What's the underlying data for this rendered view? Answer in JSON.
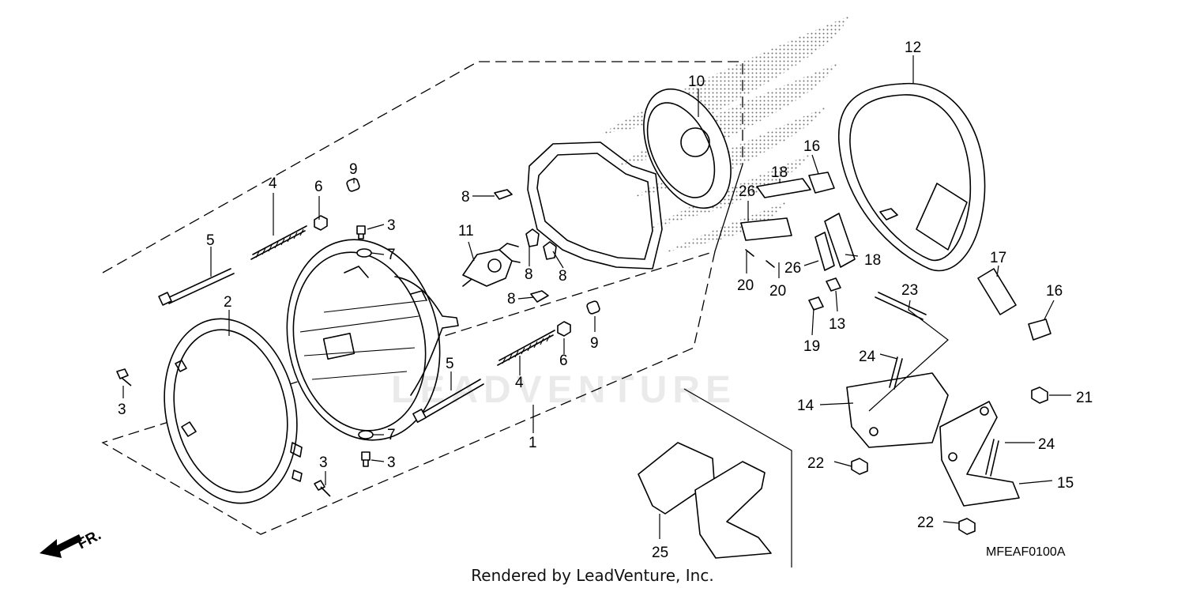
{
  "diagram": {
    "code": "MFEAF0100A",
    "footer": "Rendered by LeadVenture, Inc.",
    "watermark": "LEADVENTURE",
    "direction_label": "FR."
  },
  "callouts": [
    {
      "id": "c1",
      "text": "1"
    },
    {
      "id": "c2",
      "text": "2"
    },
    {
      "id": "c3a",
      "text": "3"
    },
    {
      "id": "c3b",
      "text": "3"
    },
    {
      "id": "c3c",
      "text": "3"
    },
    {
      "id": "c3d",
      "text": "3"
    },
    {
      "id": "c4a",
      "text": "4"
    },
    {
      "id": "c4b",
      "text": "4"
    },
    {
      "id": "c5a",
      "text": "5"
    },
    {
      "id": "c5b",
      "text": "5"
    },
    {
      "id": "c6a",
      "text": "6"
    },
    {
      "id": "c6b",
      "text": "6"
    },
    {
      "id": "c7a",
      "text": "7"
    },
    {
      "id": "c7b",
      "text": "7"
    },
    {
      "id": "c8a",
      "text": "8"
    },
    {
      "id": "c8b",
      "text": "8"
    },
    {
      "id": "c8c",
      "text": "8"
    },
    {
      "id": "c8d",
      "text": "8"
    },
    {
      "id": "c9a",
      "text": "9"
    },
    {
      "id": "c9b",
      "text": "9"
    },
    {
      "id": "c10",
      "text": "10"
    },
    {
      "id": "c11",
      "text": "11"
    },
    {
      "id": "c12",
      "text": "12"
    },
    {
      "id": "c13",
      "text": "13"
    },
    {
      "id": "c14",
      "text": "14"
    },
    {
      "id": "c15",
      "text": "15"
    },
    {
      "id": "c16a",
      "text": "16"
    },
    {
      "id": "c16b",
      "text": "16"
    },
    {
      "id": "c17",
      "text": "17"
    },
    {
      "id": "c18a",
      "text": "18"
    },
    {
      "id": "c18b",
      "text": "18"
    },
    {
      "id": "c19",
      "text": "19"
    },
    {
      "id": "c20a",
      "text": "20"
    },
    {
      "id": "c20b",
      "text": "20"
    },
    {
      "id": "c21",
      "text": "21"
    },
    {
      "id": "c22a",
      "text": "22"
    },
    {
      "id": "c22b",
      "text": "22"
    },
    {
      "id": "c23",
      "text": "23"
    },
    {
      "id": "c24a",
      "text": "24"
    },
    {
      "id": "c24b",
      "text": "24"
    },
    {
      "id": "c25",
      "text": "25"
    },
    {
      "id": "c26a",
      "text": "26"
    },
    {
      "id": "c26b",
      "text": "26"
    }
  ]
}
